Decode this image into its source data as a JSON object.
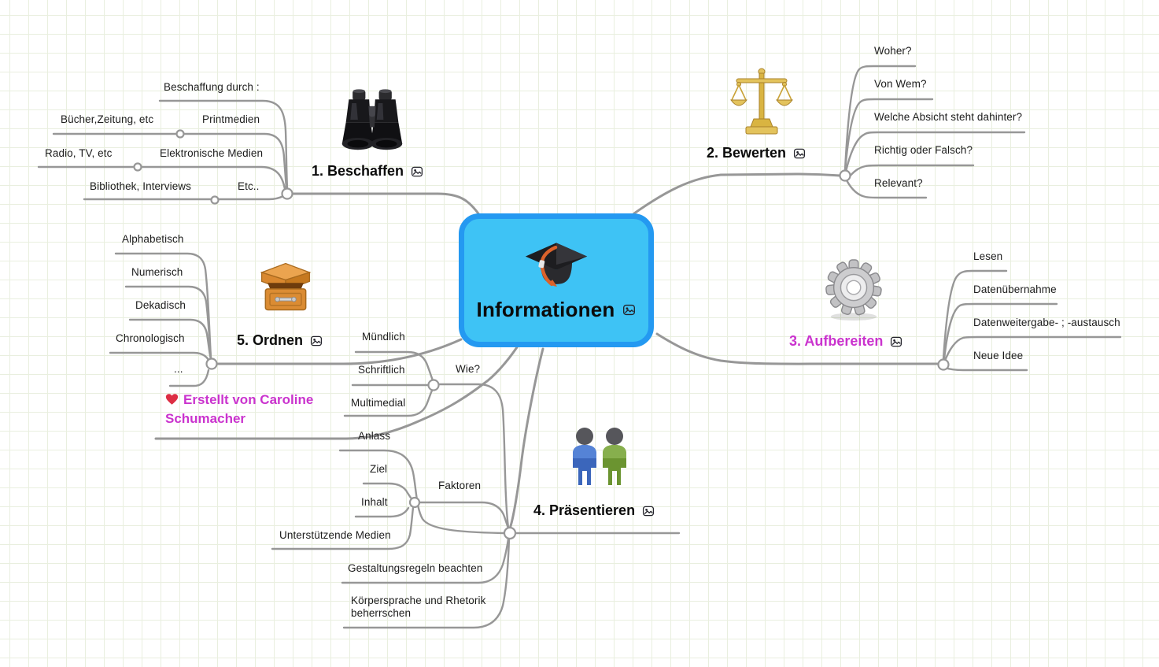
{
  "root": {
    "label": "Informationen"
  },
  "beschaffen": {
    "label": "1. Beschaffen",
    "beschaffung_durch": "Beschaffung durch :",
    "printmedien": "Printmedien",
    "buecher": "Bücher,Zeitung, etc",
    "elektronische_medien": "Elektronische Medien",
    "radio_tv": "Radio, TV, etc",
    "etc": "Etc..",
    "bibliothek_interviews": "Bibliothek, Interviews"
  },
  "bewerten": {
    "label": "2. Bewerten",
    "woher": "Woher?",
    "von_wem": "Von Wem?",
    "welche_absicht": "Welche Absicht steht dahinter?",
    "richtig_oder_falsch": "Richtig oder Falsch?",
    "relevant": "Relevant?"
  },
  "aufbereiten": {
    "label": "3. Aufbereiten",
    "lesen": "Lesen",
    "datenuebernahme": "Datenübernahme",
    "datenweitergabe": "Datenweitergabe- ; -austausch",
    "neue_idee": "Neue Idee"
  },
  "praesentieren": {
    "label": "4. Präsentieren",
    "wie": "Wie?",
    "muendlich": "Mündlich",
    "schriftlich": "Schriftlich",
    "multimedial": "Multimedial",
    "anlass": "Anlass",
    "faktoren": "Faktoren",
    "ziel": "Ziel",
    "inhalt": "Inhalt",
    "unterstuetzende_medien": "Unterstützende Medien",
    "gestaltungsregeln": "Gestaltungsregeln beachten",
    "koerpersprache": "Körpersprache und Rhetorik beherrschen"
  },
  "ordnen": {
    "label": "5. Ordnen",
    "alphabetisch": "Alphabetisch",
    "numerisch": "Numerisch",
    "dekadisch": "Dekadisch",
    "chronologisch": "Chronologisch",
    "mehr": "..."
  },
  "credit": {
    "label": "Erstellt von Caroline Schumacher"
  },
  "icons": {
    "root": "graduation-cap-icon",
    "beschaffen": "binoculars-icon",
    "bewerten": "scales-icon",
    "aufbereiten": "gear-icon",
    "praesentieren": "two-people-icon",
    "ordnen": "card-file-box-icon",
    "credit": "red-heart-icon",
    "attachment": "image-badge-icon"
  },
  "colors": {
    "root_fill": "#3EC3F5",
    "root_border": "#2499F1",
    "accent_magenta": "#CA33CE",
    "connector_gray": "#979797",
    "grid_line": "#E9EFDF",
    "text": "#1C1C1C"
  }
}
